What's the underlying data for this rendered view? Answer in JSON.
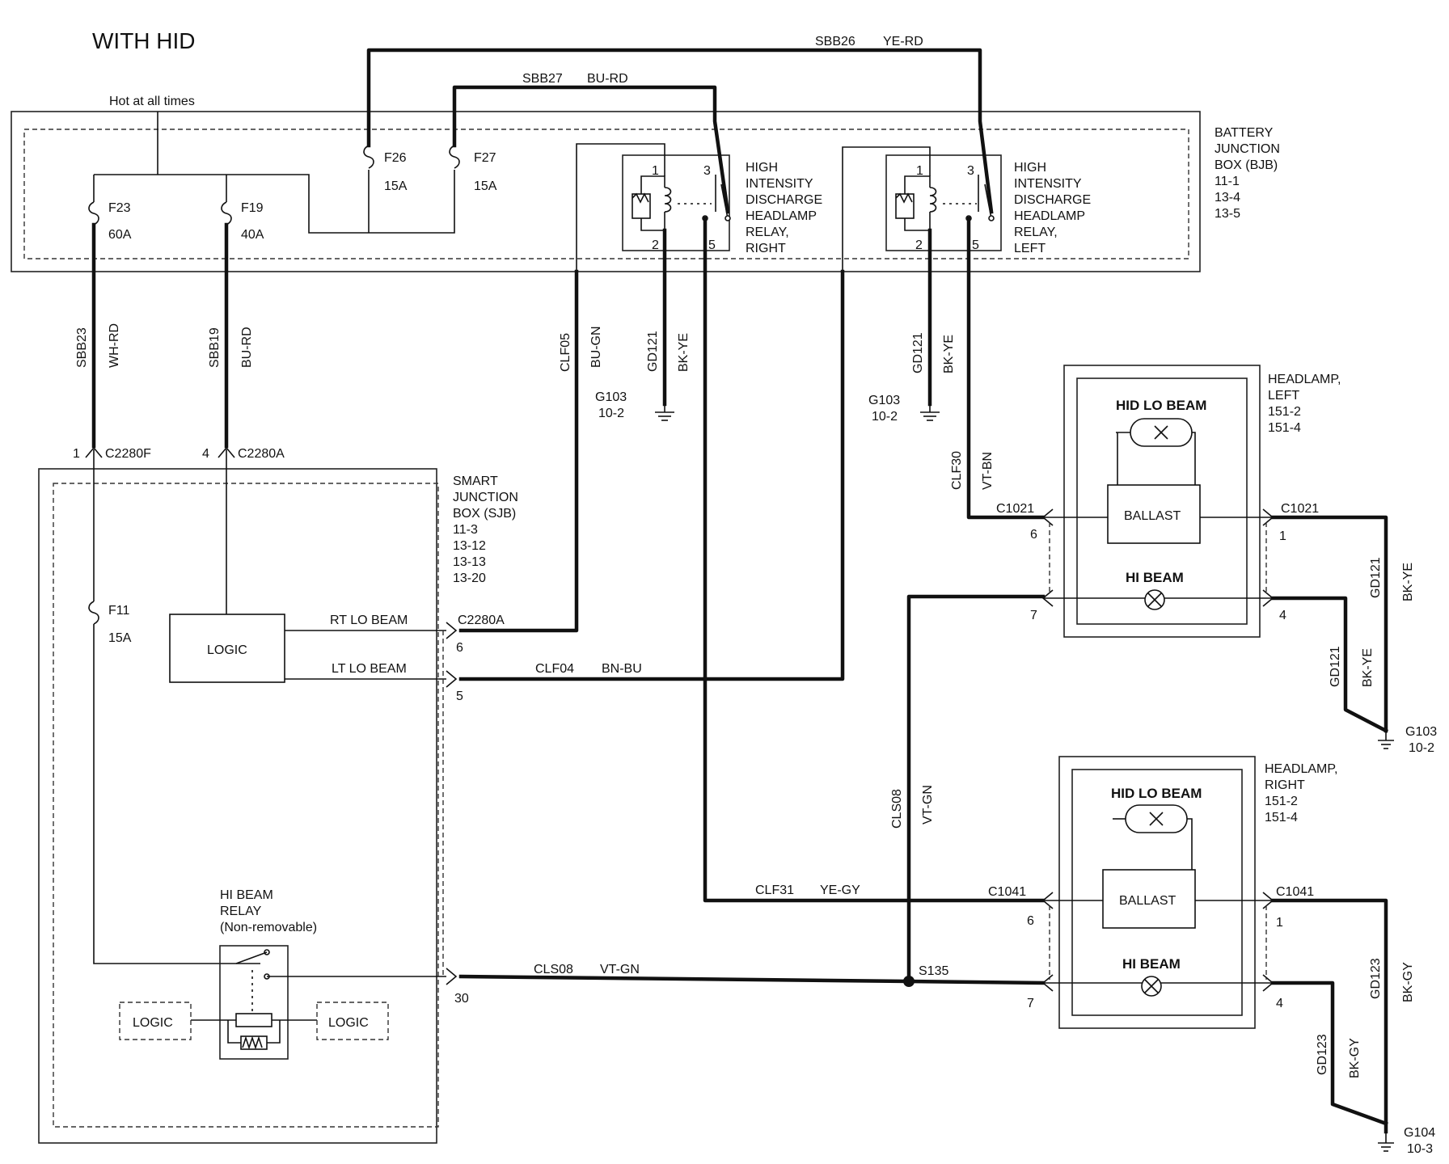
{
  "title": "WITH HID",
  "bjb": {
    "supply_label": "Hot at all times",
    "label": [
      "BATTERY",
      "JUNCTION",
      "BOX (BJB)",
      "11-1",
      "13-4",
      "13-5"
    ],
    "fuses": [
      {
        "id": "F23",
        "rating": "60A"
      },
      {
        "id": "F19",
        "rating": "40A"
      },
      {
        "id": "F26",
        "rating": "15A"
      },
      {
        "id": "F27",
        "rating": "15A"
      }
    ],
    "relay_right": {
      "label": [
        "HIGH",
        "INTENSITY",
        "DISCHARGE",
        "HEADLAMP",
        "RELAY,",
        "RIGHT"
      ],
      "pins": [
        "1",
        "3",
        "2",
        "5"
      ]
    },
    "relay_left": {
      "label": [
        "HIGH",
        "INTENSITY",
        "DISCHARGE",
        "HEADLAMP",
        "RELAY,",
        "LEFT"
      ],
      "pins": [
        "1",
        "3",
        "2",
        "5"
      ]
    }
  },
  "wires": {
    "sbb26": {
      "circuit": "SBB26",
      "color": "YE-RD"
    },
    "sbb27": {
      "circuit": "SBB27",
      "color": "BU-RD"
    },
    "sbb23": {
      "circuit": "SBB23",
      "color": "WH-RD"
    },
    "sbb19": {
      "circuit": "SBB19",
      "color": "BU-RD"
    },
    "clf05": {
      "circuit": "CLF05",
      "color": "BU-GN"
    },
    "gd121_r": {
      "circuit": "GD121",
      "color": "BK-YE"
    },
    "gd121_l": {
      "circuit": "GD121",
      "color": "BK-YE"
    },
    "clf30": {
      "circuit": "CLF30",
      "color": "VT-BN"
    },
    "clf04": {
      "circuit": "CLF04",
      "color": "BN-BU"
    },
    "cls08_v": {
      "circuit": "CLS08",
      "color": "VT-GN"
    },
    "clf31": {
      "circuit": "CLF31",
      "color": "YE-GY"
    },
    "cls08_h": {
      "circuit": "CLS08",
      "color": "VT-GN"
    },
    "gd121_hl_a": {
      "circuit": "GD121",
      "color": "BK-YE"
    },
    "gd121_hl_b": {
      "circuit": "GD121",
      "color": "BK-YE"
    },
    "gd123_hr_a": {
      "circuit": "GD123",
      "color": "BK-GY"
    },
    "gd123_hr_b": {
      "circuit": "GD123",
      "color": "BK-GY"
    }
  },
  "grounds": {
    "g103_a": {
      "id": "G103",
      "ref": "10-2"
    },
    "g103_b": {
      "id": "G103",
      "ref": "10-2"
    },
    "g103_c": {
      "id": "G103",
      "ref": "10-2"
    },
    "g104": {
      "id": "G104",
      "ref": "10-3"
    }
  },
  "sjb": {
    "label": [
      "SMART",
      "JUNCTION",
      "BOX (SJB)",
      "11-3",
      "13-12",
      "13-13",
      "13-20"
    ],
    "conn_c2280f": {
      "pin": "1",
      "name": "C2280F"
    },
    "conn_c2280a_in": {
      "pin": "4",
      "name": "C2280A"
    },
    "fuse_f11": {
      "id": "F11",
      "rating": "15A"
    },
    "logic_main": "LOGIC",
    "rt_lo_beam": "RT LO BEAM",
    "lt_lo_beam": "LT LO BEAM",
    "conn_c2280a_out": {
      "name": "C2280A",
      "pin_rt": "6",
      "pin_lt": "5"
    },
    "pin_30": "30",
    "hi_beam_relay": [
      "HI BEAM",
      "RELAY",
      "(Non-removable)"
    ],
    "logic_left": "LOGIC",
    "logic_right": "LOGIC"
  },
  "splice": "S135",
  "headlamp_left": {
    "label": [
      "HEADLAMP,",
      "LEFT",
      "151-2",
      "151-4"
    ],
    "hid_lo_beam": "HID LO BEAM",
    "ballast": "BALLAST",
    "hi_beam": "HI BEAM",
    "conn": "C1021",
    "pins": {
      "in_lo": "6",
      "in_hi": "7",
      "out_lo": "1",
      "out_hi": "4"
    }
  },
  "headlamp_right": {
    "label": [
      "HEADLAMP,",
      "RIGHT",
      "151-2",
      "151-4"
    ],
    "hid_lo_beam": "HID LO BEAM",
    "ballast": "BALLAST",
    "hi_beam": "HI BEAM",
    "conn": "C1041",
    "pins": {
      "in_lo": "6",
      "in_hi": "7",
      "out_lo": "1",
      "out_hi": "4"
    }
  }
}
